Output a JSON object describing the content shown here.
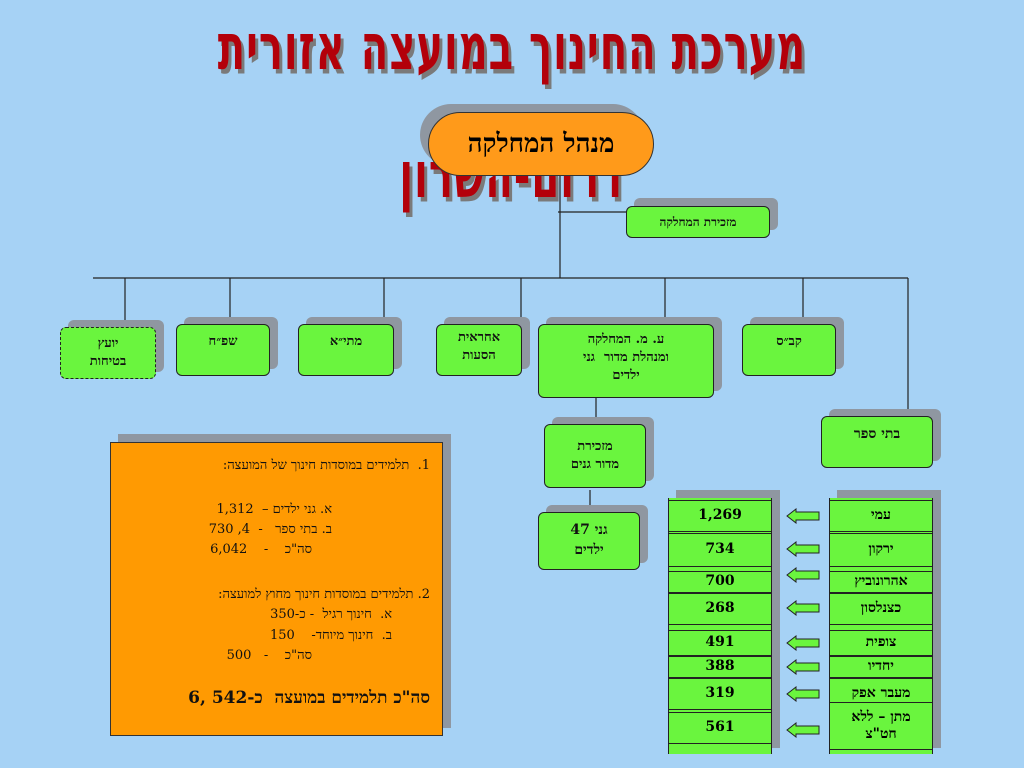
{
  "title": "מערכת החינוך במועצה אזורית דרום-השרון",
  "manager": "מנהל המחלקה",
  "secretary": "מזכירת המחלקה",
  "units": {
    "advisor": "יועץ\nבטיחות",
    "shefach": "שפ״ח",
    "mati": "מתי״א",
    "responsible": "אחראית\nהסעות",
    "deputy": "ע. מ. המחלקה\nומנהלת מדור  גני\nילדים",
    "kabas": "קב״ס"
  },
  "kindergarten_secretary": "מזכירת\nמדור גנים",
  "kindergartens": "גני 47\nילדים",
  "schools_label": "בתי  ספר",
  "schools": [
    {
      "name": "עמי",
      "count": "1,269"
    },
    {
      "name": "ירקון",
      "count": "734"
    },
    {
      "name": "אהרונוביץ",
      "count": "700"
    },
    {
      "name": "כצנלסון",
      "count": "268"
    },
    {
      "name": "צופית",
      "count": "491"
    },
    {
      "name": "יחדיו",
      "count": "388"
    },
    {
      "name": "מעבר אפק",
      "count": "319"
    },
    {
      "name": "מתן – ללא\nחט\"צ",
      "count": "561"
    }
  ],
  "summary": {
    "line1": "1.  תלמידים במוסדות חינוך של המועצה:",
    "line2": "א. גני ילדים –  1,312",
    "line3": "ב. בתי ספר   -  4, 730",
    "line4": "סה\"כ    -    6,042",
    "line5": "2. תלמידים במוסדות חינוך מחוץ למועצה:",
    "line6": "א.  חינוך רגיל  - כ-350",
    "line7": "ב.  חינוך מיוחד-    150",
    "line8": "סה\"כ    -   500",
    "line9": "סה\"כ תלמידים במועצה  כ-542 ,6"
  },
  "colors": {
    "background": "#a6d2f5",
    "box": "#6af53e",
    "manager": "#ff9a1a",
    "panel": "#ff9a02",
    "title": "#b3000a"
  }
}
